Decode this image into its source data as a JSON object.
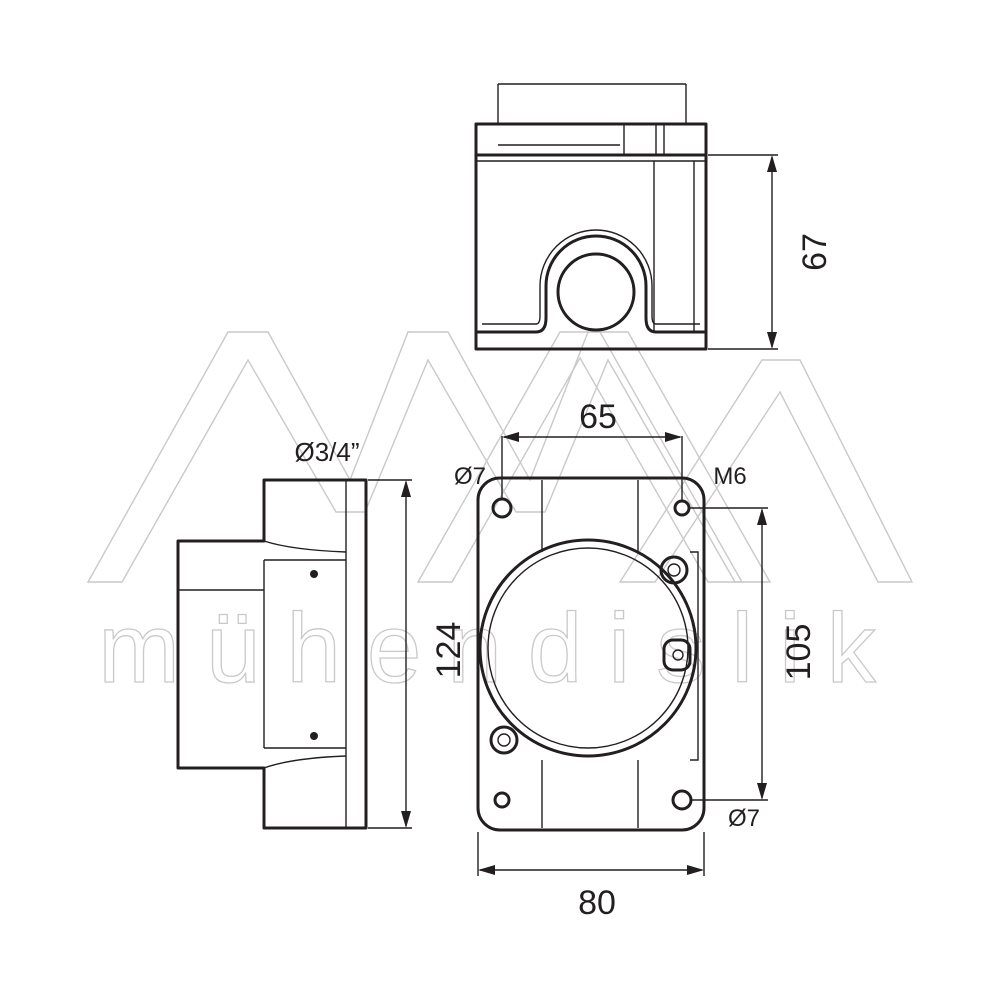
{
  "watermark": {
    "text": "mühendislik",
    "color": "#c9c9c9"
  },
  "dimensions": {
    "top_height": "67",
    "pitch_width": "65",
    "overall_width": "80",
    "overall_height": "124",
    "pitch_height": "105",
    "hole_top_left": "Ø7",
    "hole_bottom_right": "Ø7",
    "thread_top_right": "M6",
    "conduit_size": "Ø3/4”"
  },
  "line_color": "#231f20"
}
